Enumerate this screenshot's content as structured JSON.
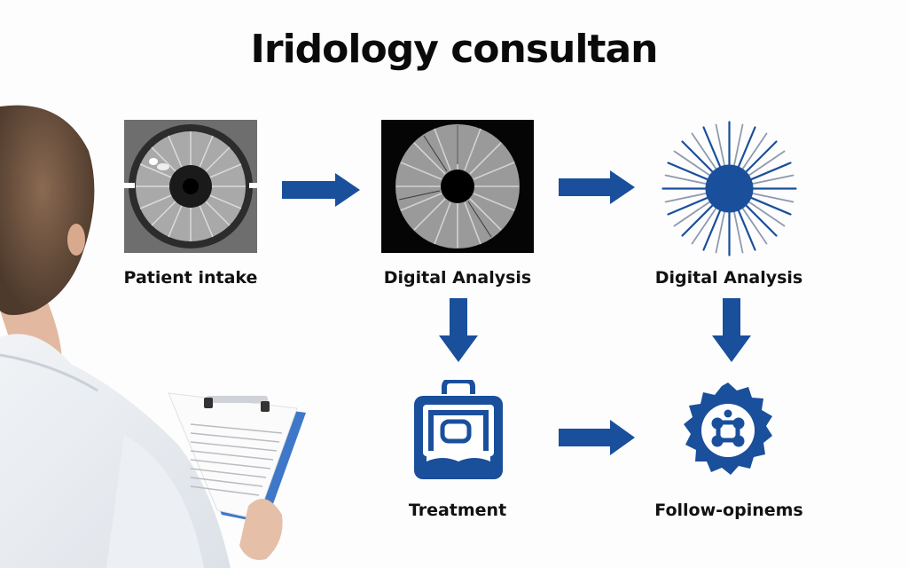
{
  "title": "Iridology consultan",
  "colors": {
    "accent": "#1a4f9c",
    "background": "#fdfdfd",
    "text": "#0b0b0b"
  },
  "nodes": [
    {
      "id": "patient-intake",
      "label": "Patient intake",
      "icon": "iris-photo-icon"
    },
    {
      "id": "digital-analysis-1",
      "label": "Digital Analysis",
      "icon": "iris-scan-icon"
    },
    {
      "id": "digital-analysis-2",
      "label": "Digital Analysis",
      "icon": "starburst-icon"
    },
    {
      "id": "treatment",
      "label": "Treatment",
      "icon": "medical-kit-icon"
    },
    {
      "id": "follow-up",
      "label": "Follow-opinems",
      "icon": "gear-badge-icon"
    }
  ],
  "edges": [
    {
      "from": "patient-intake",
      "to": "digital-analysis-1",
      "direction": "right"
    },
    {
      "from": "digital-analysis-1",
      "to": "digital-analysis-2",
      "direction": "right"
    },
    {
      "from": "digital-analysis-1",
      "to": "treatment",
      "direction": "down"
    },
    {
      "from": "digital-analysis-2",
      "to": "follow-up",
      "direction": "down"
    },
    {
      "from": "treatment",
      "to": "follow-up",
      "direction": "right"
    }
  ],
  "illustration": {
    "subject": "practitioner-with-clipboard"
  }
}
